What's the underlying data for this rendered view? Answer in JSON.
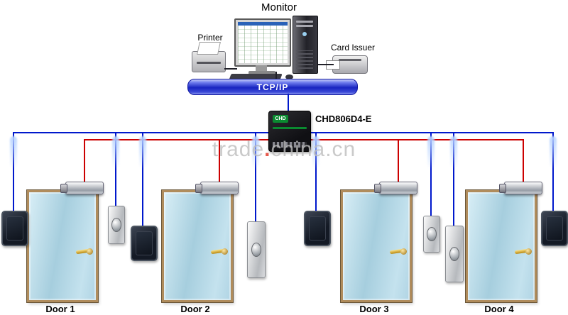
{
  "diagram": {
    "monitor_label": "Monitor",
    "printer_label": "Printer",
    "card_issuer_label": "Card Issuer",
    "network_label": "TCP/IP",
    "controller_model": "CHD806D4-E",
    "controller_brand": "CHD",
    "watermark": {
      "pre": "trade",
      "dot": ".",
      "post": "china.cn"
    }
  },
  "doors": [
    {
      "label": "Door 1"
    },
    {
      "label": "Door 2"
    },
    {
      "label": "Door 3"
    },
    {
      "label": "Door 4"
    }
  ],
  "colors": {
    "wire_blue": "#0018cc",
    "wire_red": "#cc0000",
    "door_frame": "#b08c5c",
    "watermark_gray": "#bdbdbd",
    "watermark_red": "#e03020"
  }
}
